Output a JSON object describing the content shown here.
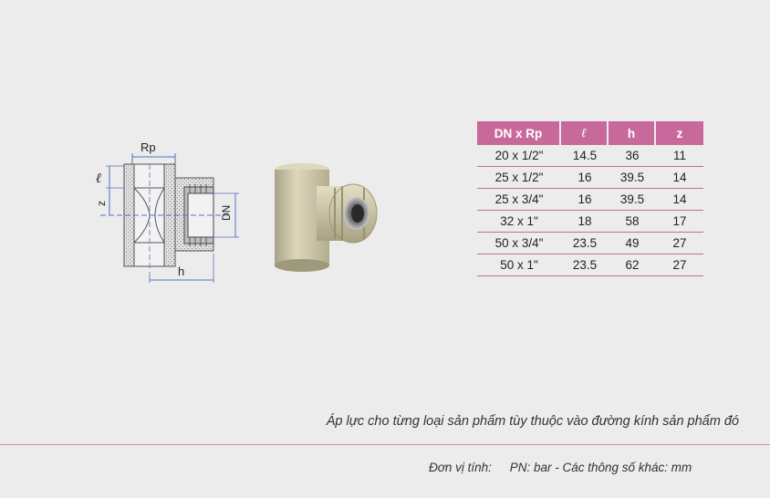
{
  "diagram": {
    "label_rp": "Rp",
    "label_l": "ℓ",
    "label_z": "z",
    "label_dn": "DN",
    "label_h": "h"
  },
  "table": {
    "headers": [
      "DN x Rp",
      "ℓ",
      "h",
      "z"
    ],
    "rows": [
      [
        "20 x 1/2\"",
        "14.5",
        "36",
        "11"
      ],
      [
        "25 x 1/2\"",
        "16",
        "39.5",
        "14"
      ],
      [
        "25 x 3/4\"",
        "16",
        "39.5",
        "14"
      ],
      [
        "32 x 1\"",
        "18",
        "58",
        "17"
      ],
      [
        "50 x 3/4\"",
        "23.5",
        "49",
        "27"
      ],
      [
        "50 x 1\"",
        "23.5",
        "62",
        "27"
      ]
    ]
  },
  "note": "Áp lực cho từng loại sản phẩm tùy thuộc vào đường kính sản phẩm đó",
  "units": {
    "label": "Đơn vị tính:",
    "value": "PN: bar - Các thông số khác: mm"
  },
  "colors": {
    "header_bg": "#c76a9b",
    "row_line": "#c76a9b",
    "background": "#ececec",
    "product": "#cfc8a8"
  }
}
